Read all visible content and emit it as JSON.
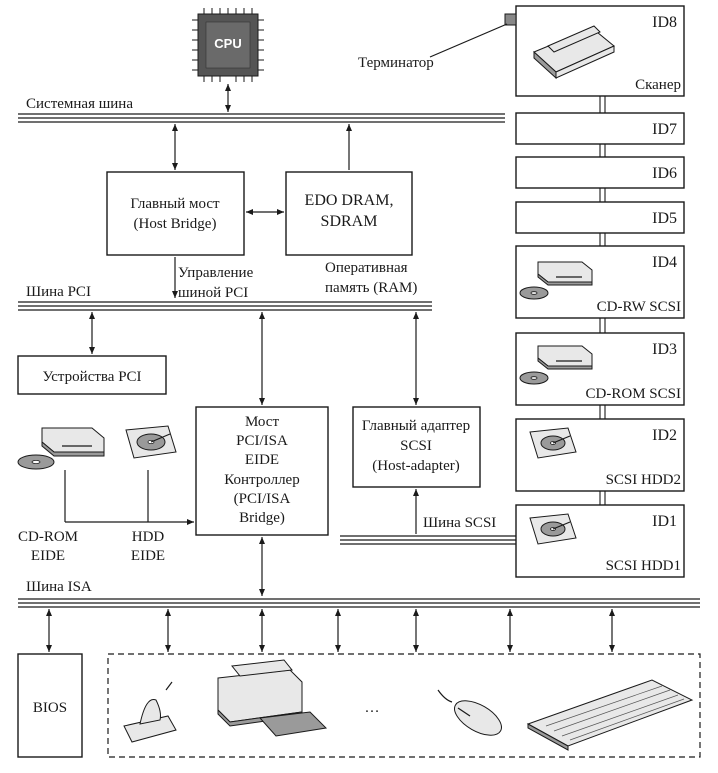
{
  "labels": {
    "cpu": "CPU",
    "terminator": "Терминатор",
    "system_bus": "Системная шина",
    "host_bridge": [
      "Главный мост",
      "(Host Bridge)"
    ],
    "dram": [
      "EDO DRAM,",
      "SDRAM"
    ],
    "pci_control": [
      "Управление",
      "шиной PCI"
    ],
    "ram": [
      "Оперативная",
      "память (RAM)"
    ],
    "pci_bus": "Шина PCI",
    "pci_devices": "Устройства PCI",
    "pci_isa": [
      "Мост",
      "PCI/ISA",
      "EIDE",
      "Контроллер",
      "(PCI/ISA",
      "Bridge)"
    ],
    "scsi_adapter": [
      "Главный адаптер",
      "SCSI",
      "(Host-adapter)"
    ],
    "cdrom_eide": [
      "CD-ROM",
      "EIDE"
    ],
    "hdd_eide": [
      "HDD",
      "EIDE"
    ],
    "scsi_bus": "Шина SCSI",
    "isa_bus": "Шина ISA",
    "bios": "BIOS",
    "ellipsis": "…"
  },
  "scsi_chain": [
    {
      "id": "ID8",
      "device": "Сканер",
      "icon": "scanner-icon"
    },
    {
      "id": "ID7",
      "device": "",
      "icon": ""
    },
    {
      "id": "ID6",
      "device": "",
      "icon": ""
    },
    {
      "id": "ID5",
      "device": "",
      "icon": ""
    },
    {
      "id": "ID4",
      "device": "CD-RW SCSI",
      "icon": "cd-drive-icon"
    },
    {
      "id": "ID3",
      "device": "CD-ROM SCSI",
      "icon": "cd-drive-icon"
    },
    {
      "id": "ID2",
      "device": "SCSI HDD2",
      "icon": "hard-disk-icon"
    },
    {
      "id": "ID1",
      "device": "SCSI HDD1",
      "icon": "hard-disk-icon"
    }
  ],
  "isa_peripherals": [
    "joystick-icon",
    "printer-icon",
    "mouse-icon",
    "keyboard-icon"
  ],
  "colors": {
    "ink": "#1a1a1a",
    "cpu": "#555555",
    "device": "#e8e8e8"
  }
}
